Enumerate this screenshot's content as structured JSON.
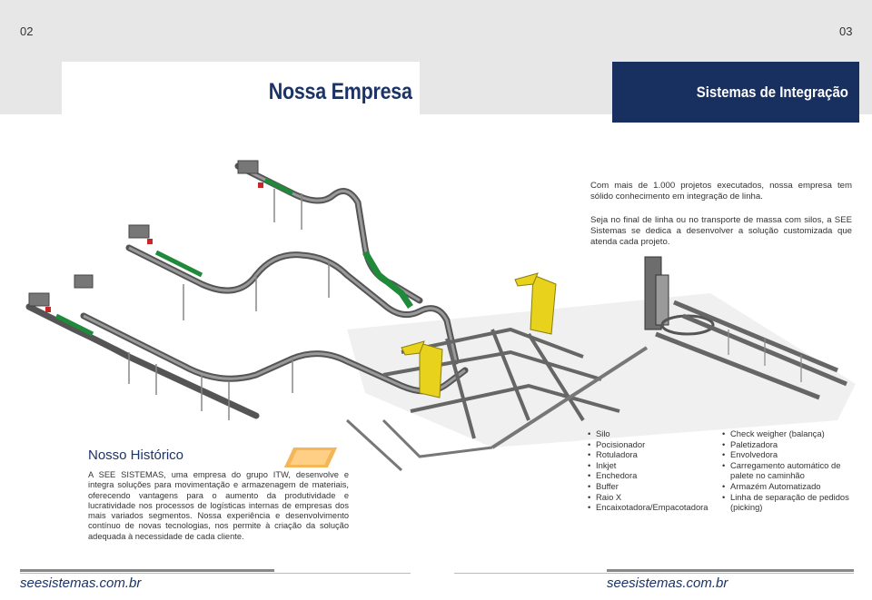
{
  "page_numbers": {
    "left": "02",
    "right": "03"
  },
  "titles": {
    "left": "Nossa Empresa",
    "right": "Sistemas de Integração"
  },
  "intro": [
    "Com mais de 1.000 projetos executados, nossa empresa tem sólido conhecimento em integração de linha.",
    "Seja no final de linha ou no transporte de massa com silos, a SEE Sistemas se dedica a desenvolver a solução customizada que atenda cada projeto."
  ],
  "history": {
    "title": "Nosso Histórico",
    "body": "A SEE SISTEMAS, uma empresa do grupo ITW, desenvolve e integra soluções para movimentação e armazenagem de materiais, oferecendo vantagens para o aumento da produtividade e lucratividade nos processos de logísticas internas de empresas dos mais variados segmentos. Nossa experiência e desenvolvimento contínuo de novas tecnologias, nos permite à criação da solução adequada à necessidade de cada cliente."
  },
  "list_a": [
    "Silo",
    "Pocisionador",
    "Rotuladora",
    "Inkjet",
    "Enchedora",
    "Buffer",
    "Raio X",
    "Encaixotadora/Empacotadora"
  ],
  "list_b": [
    "Check weigher (balança)",
    "Paletizadora",
    "Envolvedora",
    "Carregamento automático de palete no caminhão",
    "Armazém Automatizado",
    "Linha de separação de pedidos (picking)"
  ],
  "footer": {
    "url_left": "seesistemas.com.br",
    "url_right": "seesistemas.com.br"
  },
  "colors": {
    "navy": "#18305f",
    "band": "#e7e7e7",
    "conveyor_green": "#1f8a3a",
    "robot_yellow": "#e8d21c"
  }
}
